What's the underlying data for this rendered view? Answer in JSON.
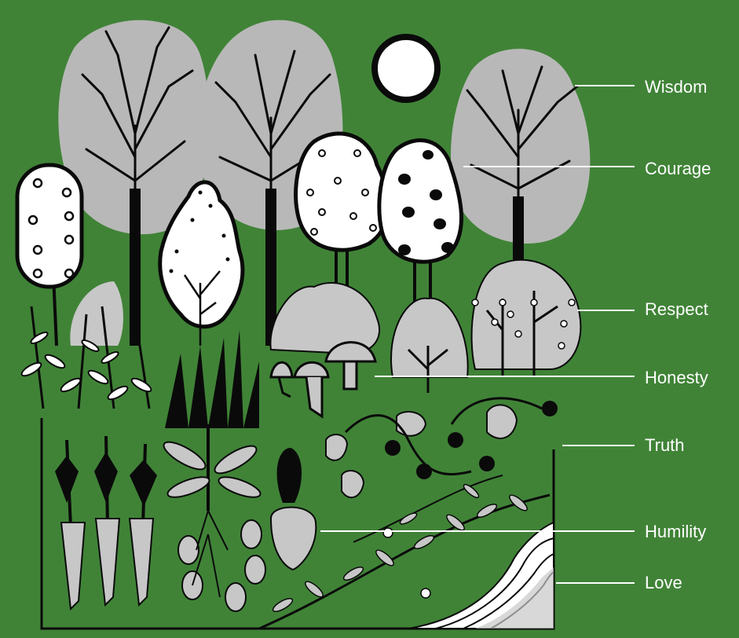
{
  "colors": {
    "background": "#408337",
    "ink": "#0a0a0a",
    "foliage_gray": "#b8b8b8",
    "light_gray": "#d4d4d4",
    "white": "#ffffff"
  },
  "labels": [
    {
      "text": "Wisdom",
      "points_to": "bare-tree-canopy"
    },
    {
      "text": "Courage",
      "points_to": "right-bare-tree"
    },
    {
      "text": "Respect",
      "points_to": "flowering-shrub"
    },
    {
      "text": "Honesty",
      "points_to": "mushrooms"
    },
    {
      "text": "Truth",
      "points_to": "soil-box-edge"
    },
    {
      "text": "Humility",
      "points_to": "turnip-root"
    },
    {
      "text": "Love",
      "points_to": "soil-layers"
    }
  ]
}
